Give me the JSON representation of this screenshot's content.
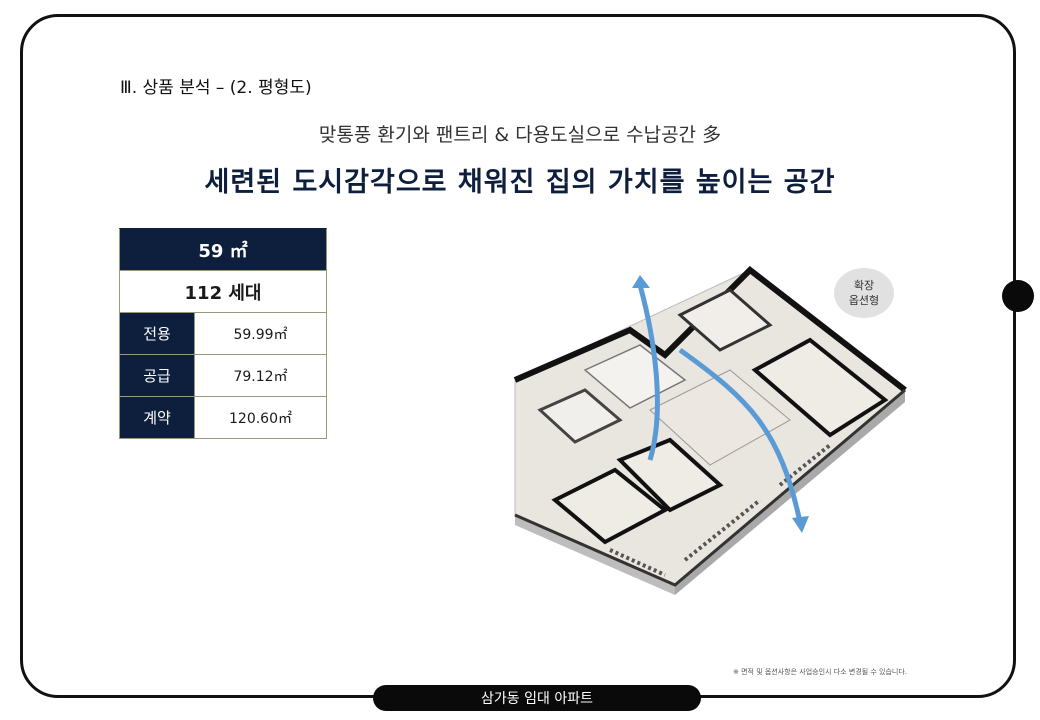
{
  "header": {
    "section_title": "Ⅲ. 상품 분석 – (2. 평형도)",
    "subtitle": "맞통풍 환기와 팬트리 & 다용도실으로 수납공간 多",
    "headline": "세련된 도시감각으로 채워진 집의 가치를 높이는 공간"
  },
  "spec_table": {
    "type_label": "59 ㎡",
    "households": "112 세대",
    "rows": [
      {
        "label": "전용",
        "value": "59.99㎡"
      },
      {
        "label": "공급",
        "value": "79.12㎡"
      },
      {
        "label": "계약",
        "value": "120.60㎡"
      }
    ]
  },
  "badge": {
    "line1": "확장",
    "line2": "옵션형"
  },
  "floor_plan": {
    "accent_color": "#5b9bd5",
    "wall_color": "#111111"
  },
  "footnote": "※ 면적 및 옵션사항은 사업승인시 다소 변경될 수 있습니다.",
  "footer": {
    "label": "삼가동 임대 아파트"
  }
}
